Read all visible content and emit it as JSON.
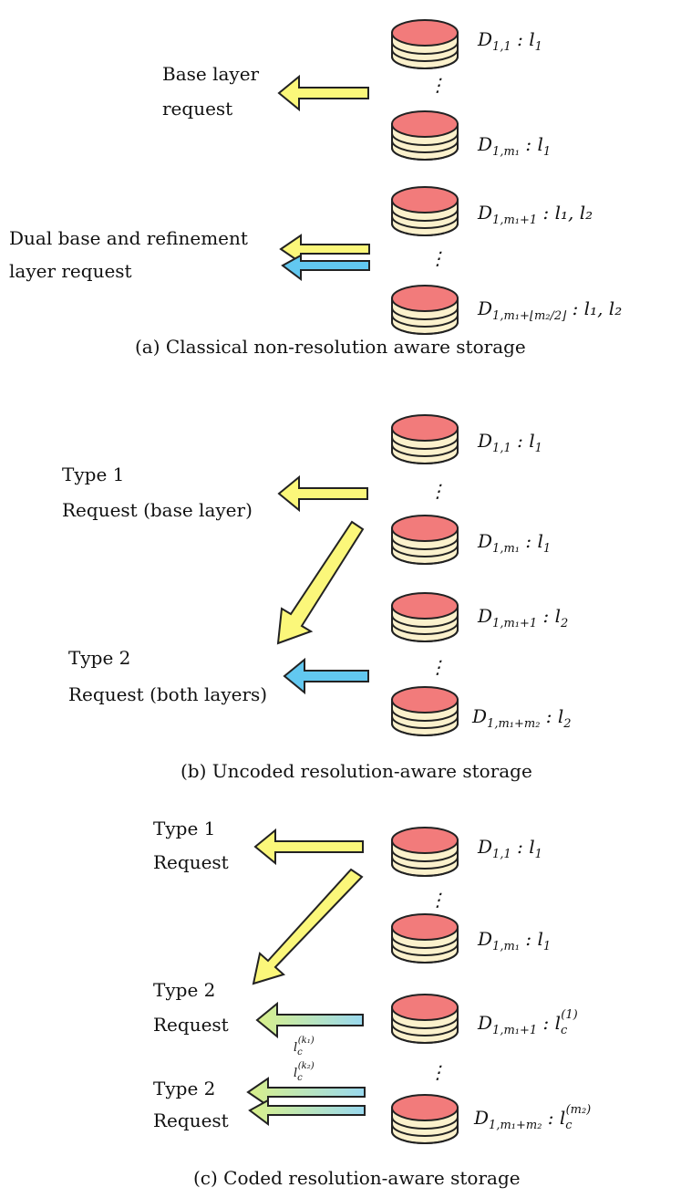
{
  "colors": {
    "disk_top": "#f27b7b",
    "disk_layer": "#fbf1cc",
    "arrow_yellow": "#fbf77a",
    "arrow_blue": "#62c8f0",
    "grad_from": "#d9f08a",
    "grad_to": "#9ad9ef"
  },
  "panel_a": {
    "caption": "(a) Classical non-resolution aware storage",
    "request1": [
      "Base layer",
      "request"
    ],
    "request2": [
      "Dual base and refinement",
      "layer request"
    ],
    "disks": [
      {
        "D": "D",
        "sub": "1,1",
        "value": "l",
        "value_sub": "1"
      },
      {
        "D": "D",
        "sub": "1,m₁",
        "value": "l",
        "value_sub": "1"
      },
      {
        "D": "D",
        "sub": "1,m₁+1",
        "value": "l₁, l₂"
      },
      {
        "D": "D",
        "sub": "1,m₁+⌊m₂/2⌋",
        "value": "l₁, l₂"
      }
    ]
  },
  "panel_b": {
    "caption": "(b) Uncoded resolution-aware storage",
    "request1": [
      "Type 1",
      "Request (base layer)"
    ],
    "request2": [
      "Type 2",
      "Request (both layers)"
    ],
    "disks": [
      {
        "D": "D",
        "sub": "1,1",
        "value": "l",
        "value_sub": "1"
      },
      {
        "D": "D",
        "sub": "1,m₁",
        "value": "l",
        "value_sub": "1"
      },
      {
        "D": "D",
        "sub": "1,m₁+1",
        "value": "l",
        "value_sub": "2"
      },
      {
        "D": "D",
        "sub": "1,m₁+m₂",
        "value": "l",
        "value_sub": "2"
      }
    ]
  },
  "panel_c": {
    "caption": "(c) Coded resolution-aware storage",
    "request1": [
      "Type 1",
      "Request"
    ],
    "request2": [
      "Type 2",
      "Request"
    ],
    "request3": [
      "Type 2",
      "Request"
    ],
    "arrow_labels": [
      {
        "base": "l",
        "sub": "c",
        "sup": "(k₁)"
      },
      {
        "base": "l",
        "sub": "c",
        "sup": "(k₂)"
      }
    ],
    "disks": [
      {
        "D": "D",
        "sub": "1,1",
        "value": "l",
        "value_sub": "1"
      },
      {
        "D": "D",
        "sub": "1,m₁",
        "value": "l",
        "value_sub": "1"
      },
      {
        "D": "D",
        "sub": "1,m₁+1",
        "value": "l",
        "value_sub": "c",
        "value_sup": "(1)"
      },
      {
        "D": "D",
        "sub": "1,m₁+m₂",
        "value": "l",
        "value_sub": "c",
        "value_sup": "(m₂)"
      }
    ]
  }
}
